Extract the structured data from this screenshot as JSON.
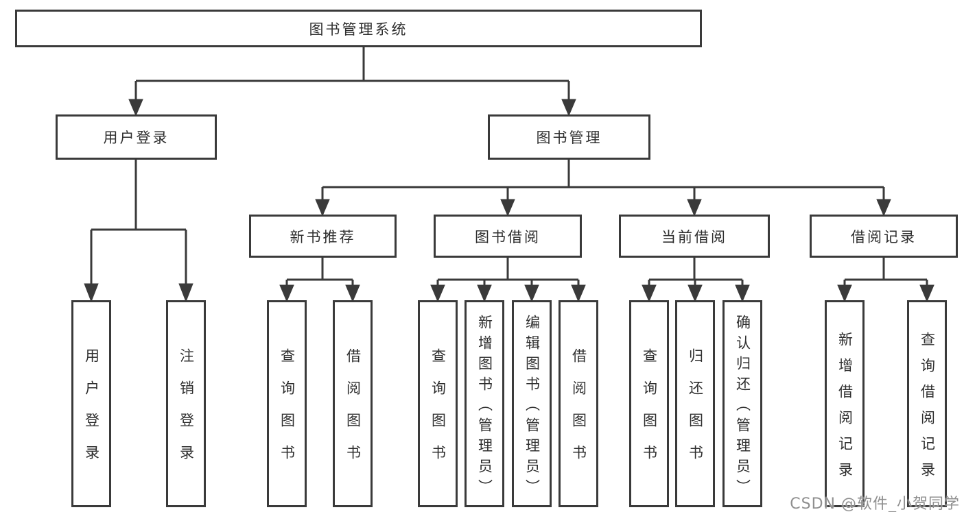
{
  "diagram": {
    "title": "图书管理系统",
    "level2": [
      "用户登录",
      "图书管理"
    ],
    "level3": [
      "新书推荐",
      "图书借阅",
      "当前借阅",
      "借阅记录"
    ],
    "leaves": {
      "login": [
        "用户登录",
        "注销登录"
      ],
      "recommend": [
        "查询图书",
        "借阅图书"
      ],
      "borrow": [
        "查询图书",
        "新增图书（管理员）",
        "编辑图书（管理员）",
        "借阅图书"
      ],
      "current": [
        "查询图书",
        "归还图书",
        "确认归还（管理员）"
      ],
      "records": [
        "新增借阅记录",
        "查询借阅记录"
      ]
    }
  },
  "watermark": "CSDN @软件_小贺同学",
  "colors": {
    "line": "#3a3a3a",
    "text": "#2f2f2f",
    "box_fill": "#ffffff",
    "watermark": "#8f8f8f",
    "background": "#ffffff"
  }
}
